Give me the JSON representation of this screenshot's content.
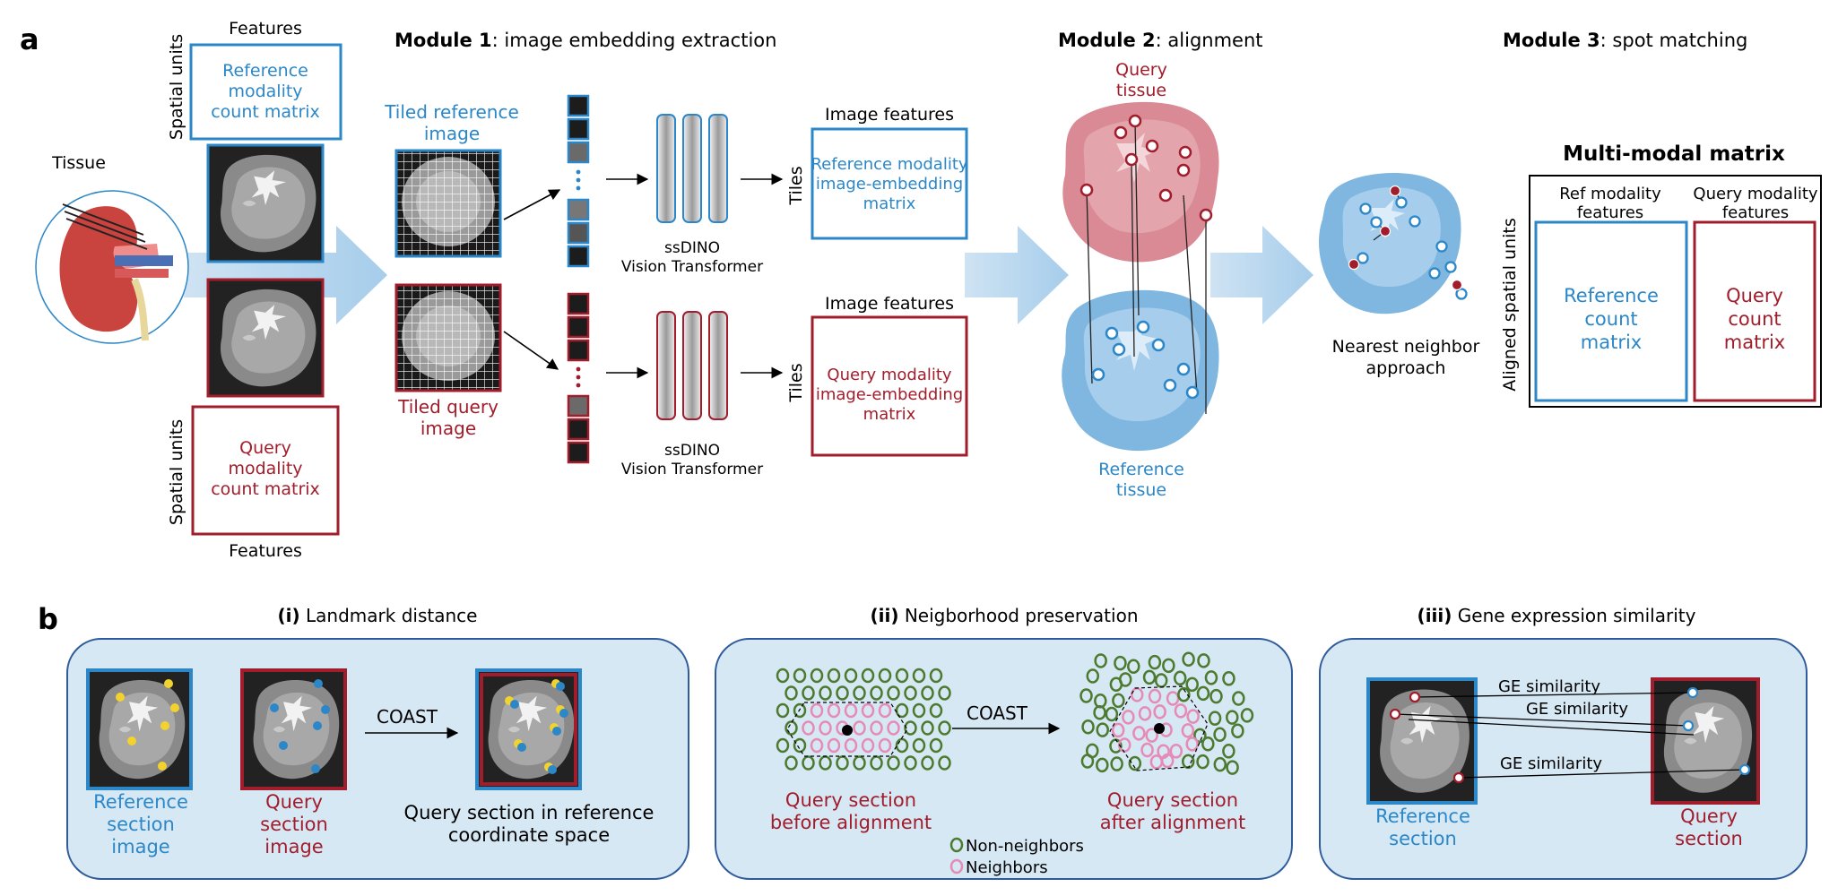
{
  "colors": {
    "blue": "#2b87c8",
    "red": "#a11d2b",
    "light_blue_fill": "#d7e8f5",
    "arrow_blue": "#a9d0ec",
    "panel_border": "#2f5b9a",
    "green": "#4c7a2e",
    "pink": "#e58bb5",
    "yellow": "#f2d22e"
  },
  "panel_a": {
    "letter": "a",
    "tissue_label": "Tissue",
    "features_top": "Features",
    "spatial_units_top": "Spatial units",
    "ref_count_matrix": [
      "Reference",
      "modality",
      "count matrix"
    ],
    "query_count_matrix": [
      "Query",
      "modality",
      "count matrix"
    ],
    "spatial_units_bottom": "Spatial units",
    "features_bottom": "Features",
    "module1": {
      "bold": "Module 1",
      "rest": ": image embedding extraction"
    },
    "tiled_reference": [
      "Tiled reference",
      "image"
    ],
    "tiled_query": [
      "Tiled query",
      "image"
    ],
    "vit_label_top": [
      "ssDINO",
      "Vision Transformer"
    ],
    "vit_label_bottom": [
      "ssDINO",
      "Vision Transformer"
    ],
    "image_features_top": "Image features",
    "image_features_bottom": "Image features",
    "tiles_top": "Tiles",
    "tiles_bottom": "Tiles",
    "ref_embedding": [
      "Reference modality",
      "image-embedding",
      "matrix"
    ],
    "query_embedding": [
      "Query modality",
      "image-embedding",
      "matrix"
    ],
    "module2": {
      "bold": "Module 2",
      "rest": ": alignment"
    },
    "query_tissue": [
      "Query",
      "tissue"
    ],
    "reference_tissue": [
      "Reference",
      "tissue"
    ],
    "module3": {
      "bold": "Module 3",
      "rest": ": spot matching"
    },
    "nearest_neighbor": [
      "Nearest neighbor",
      "approach"
    ],
    "multimodal_title": "Multi-modal matrix",
    "aligned_spatial_units": "Aligned spatial units",
    "ref_modality_features": [
      "Ref modality",
      "features"
    ],
    "query_modality_features": [
      "Query modality",
      "features"
    ],
    "reference_count_matrix": [
      "Reference",
      "count",
      "matrix"
    ],
    "query_count_matrix_mm": [
      "Query",
      "count",
      "matrix"
    ]
  },
  "panel_b": {
    "letter": "b",
    "i": {
      "bold": "(i)",
      "rest": " Landmark distance"
    },
    "ii": {
      "bold": "(ii)",
      "rest": " Neigborhood preservation"
    },
    "iii": {
      "bold": "(iii)",
      "rest": " Gene expression similarity"
    },
    "ref_section_image": [
      "Reference",
      "section",
      "image"
    ],
    "query_section_image": [
      "Query",
      "section",
      "image"
    ],
    "coast_1": "COAST",
    "query_in_ref": [
      "Query section in reference",
      "coordinate space"
    ],
    "coast_2": "COAST",
    "before_alignment": [
      "Query section",
      "before alignment"
    ],
    "after_alignment": [
      "Query section",
      "after alignment"
    ],
    "legend_non_neighbors": "Non-neighbors",
    "legend_neighbors": "Neighbors",
    "ge_similarity_1": "GE similarity",
    "ge_similarity_2": "GE similarity",
    "ge_similarity_3": "GE similarity",
    "reference_section": [
      "Reference",
      "section"
    ],
    "query_section": [
      "Query",
      "section"
    ]
  }
}
